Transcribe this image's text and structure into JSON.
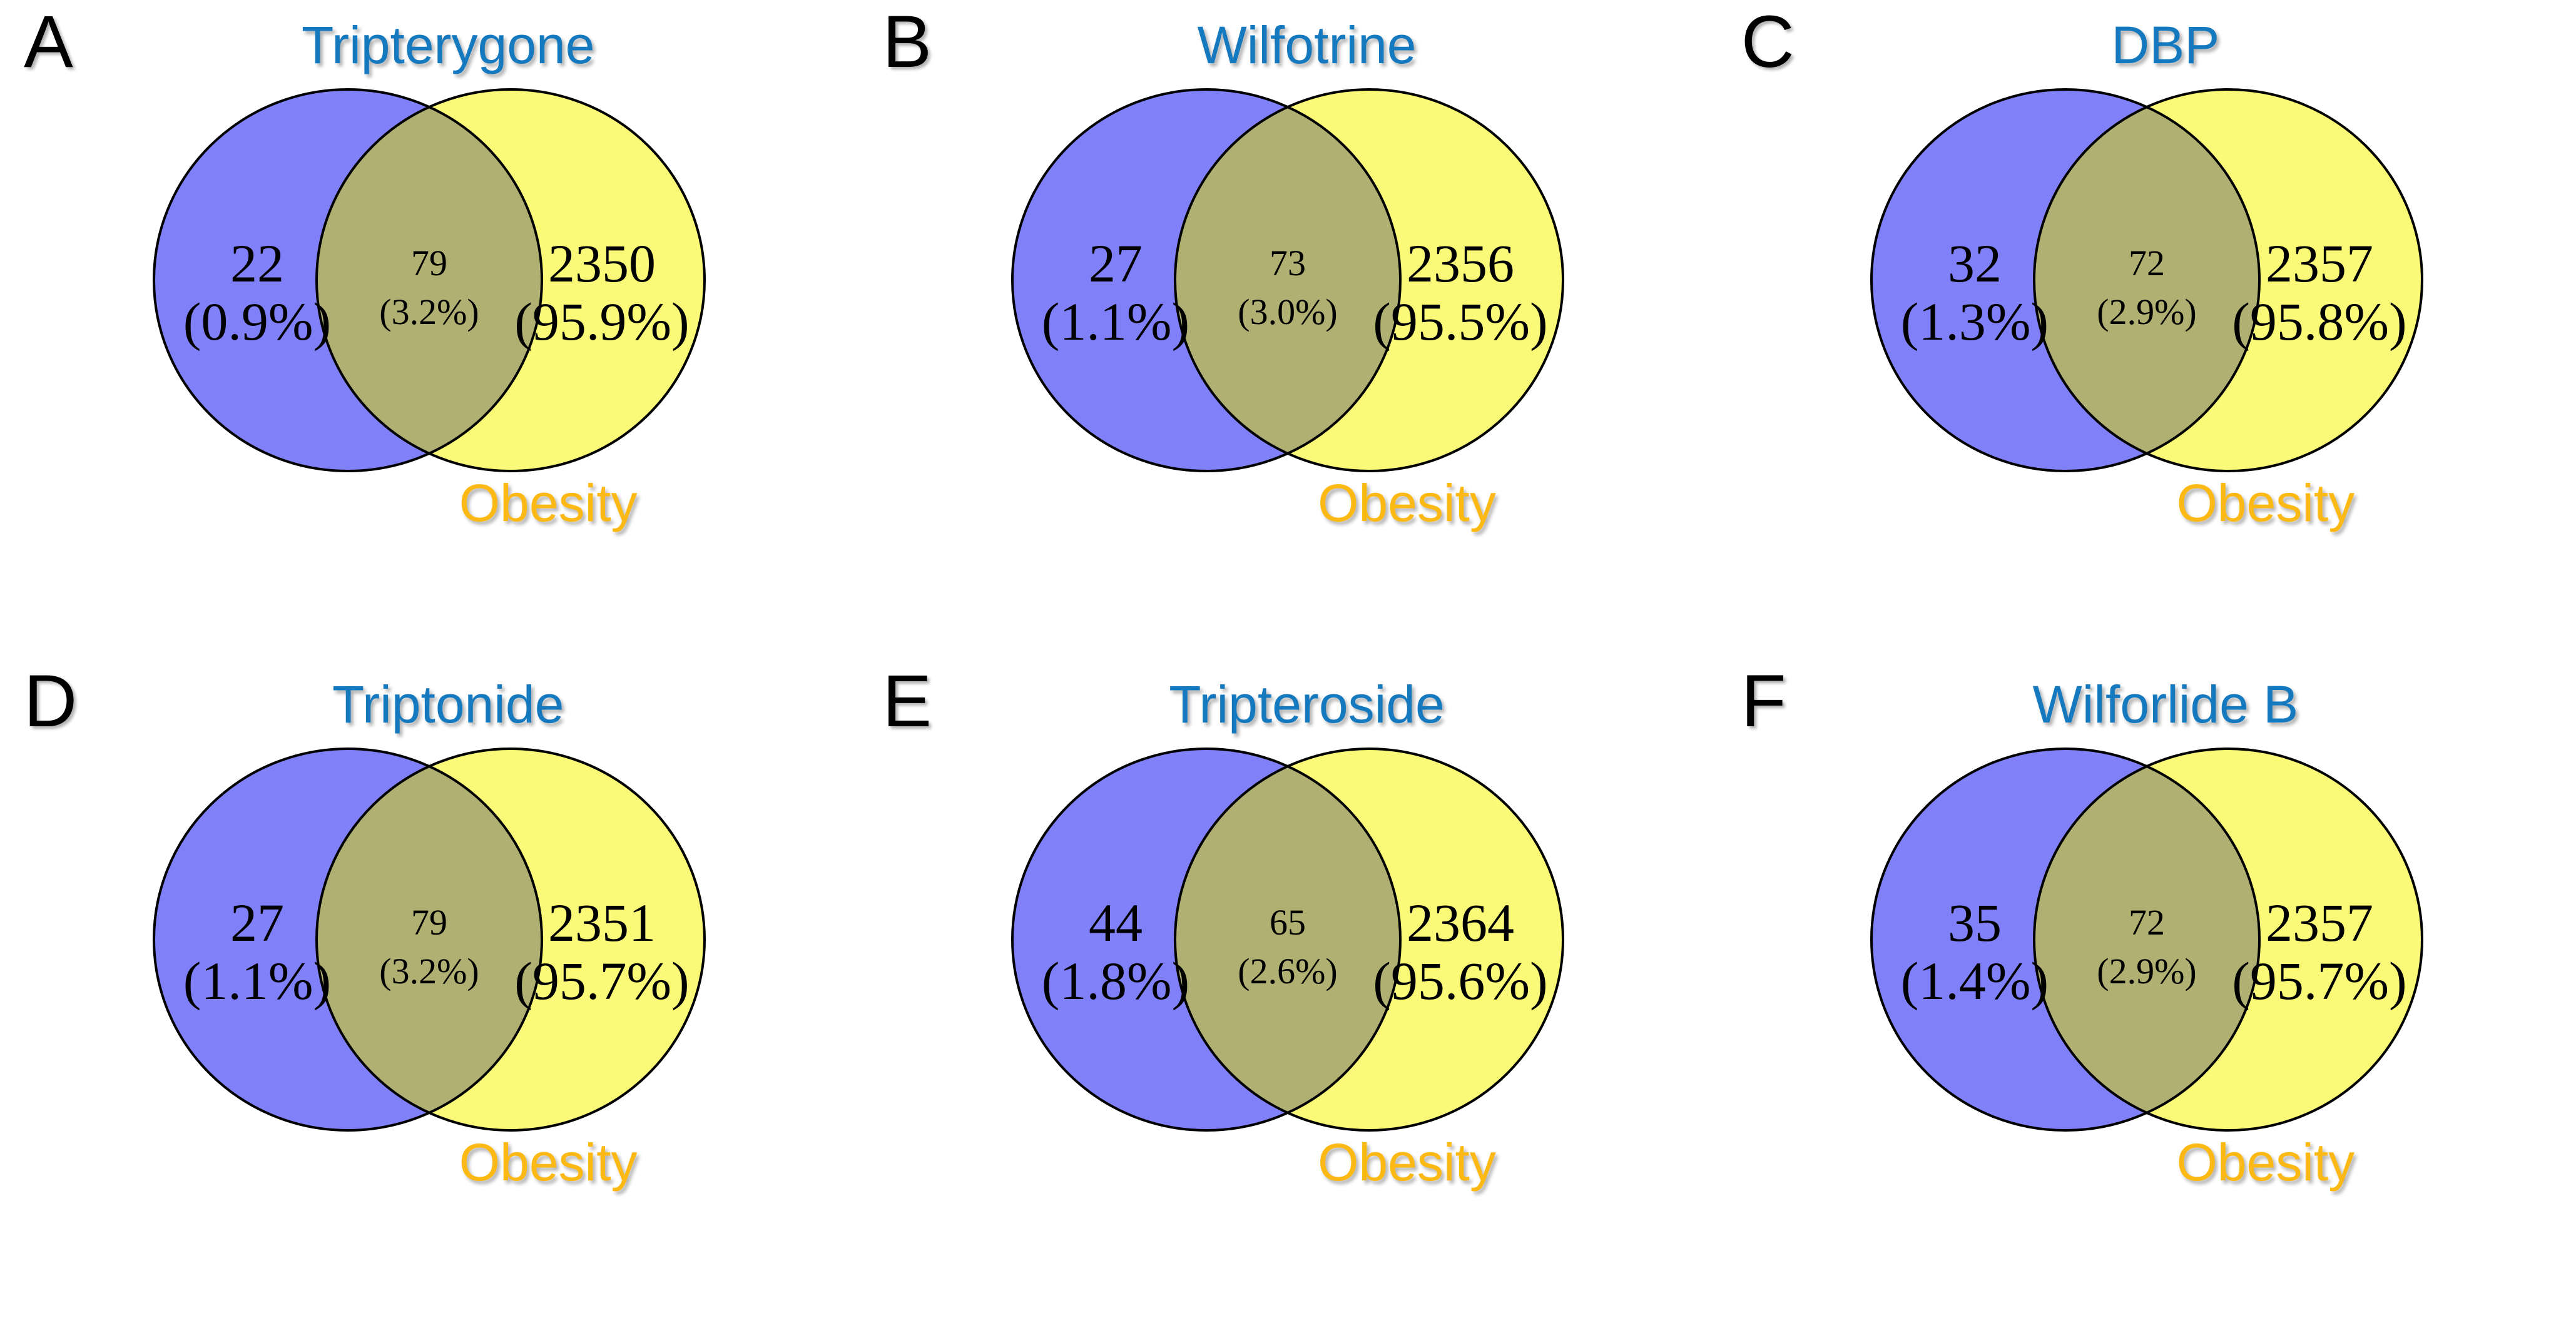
{
  "figure": {
    "background": "#ffffff",
    "rows": 2,
    "columns": 3,
    "shared_right_label": "Obesity"
  },
  "colors": {
    "left_circle_fill": "#8080f8",
    "right_circle_fill": "#fafa78",
    "overlap_fill": "#b0b073",
    "outline": "#000000",
    "compound_label": "#1479be",
    "obesity_label": "#fdb913",
    "number_text": "#000000",
    "panel_letter": "#000000"
  },
  "chart_data": {
    "type": "venn",
    "title": "",
    "panels": [
      {
        "letter": "A",
        "left_label": "Tripterygone",
        "right_label": "Obesity",
        "left_only_count": "22",
        "left_only_pct": "(0.9%)",
        "intersection_count": "79",
        "intersection_pct": "(3.2%)",
        "right_only_count": "2350",
        "right_only_pct": "(95.9%)"
      },
      {
        "letter": "B",
        "left_label": "Wilfotrine",
        "right_label": "Obesity",
        "left_only_count": "27",
        "left_only_pct": "(1.1%)",
        "intersection_count": "73",
        "intersection_pct": "(3.0%)",
        "right_only_count": "2356",
        "right_only_pct": "(95.5%)"
      },
      {
        "letter": "C",
        "left_label": "DBP",
        "right_label": "Obesity",
        "left_only_count": "32",
        "left_only_pct": "(1.3%)",
        "intersection_count": "72",
        "intersection_pct": "(2.9%)",
        "right_only_count": "2357",
        "right_only_pct": "(95.8%)"
      },
      {
        "letter": "D",
        "left_label": "Triptonide",
        "right_label": "Obesity",
        "left_only_count": "27",
        "left_only_pct": "(1.1%)",
        "intersection_count": "79",
        "intersection_pct": "(3.2%)",
        "right_only_count": "2351",
        "right_only_pct": "(95.7%)"
      },
      {
        "letter": "E",
        "left_label": "Tripteroside",
        "right_label": "Obesity",
        "left_only_count": "44",
        "left_only_pct": "(1.8%)",
        "intersection_count": "65",
        "intersection_pct": "(2.6%)",
        "right_only_count": "2364",
        "right_only_pct": "(95.6%)"
      },
      {
        "letter": "F",
        "left_label": "Wilforlide B",
        "right_label": "Obesity",
        "left_only_count": "35",
        "left_only_pct": "(1.4%)",
        "intersection_count": "72",
        "intersection_pct": "(2.9%)",
        "right_only_count": "2357",
        "right_only_pct": "(95.7%)"
      }
    ]
  }
}
